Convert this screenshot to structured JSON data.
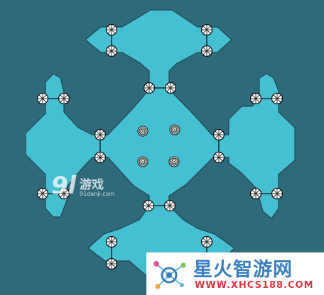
{
  "colors": {
    "background": "#2f6a7b",
    "floor": "#45c0d3",
    "outline": "#1e4652",
    "switch_fill": "#ffffff",
    "watermark_blue": "#3a7fbf",
    "watermark_red": "#d9363e"
  },
  "puzzle": {
    "switch_count": 24,
    "center_button_count": 4,
    "center_button_icon": "concentric-spiral-icon",
    "switch_icon": "spoked-wheel-icon"
  },
  "watermark_91": {
    "glyph": "9l",
    "brand": "游戏",
    "domain": "91danji.com"
  },
  "watermark_xhcs": {
    "title": "星火智游网",
    "url": "WWW.XHCS188.COM"
  }
}
